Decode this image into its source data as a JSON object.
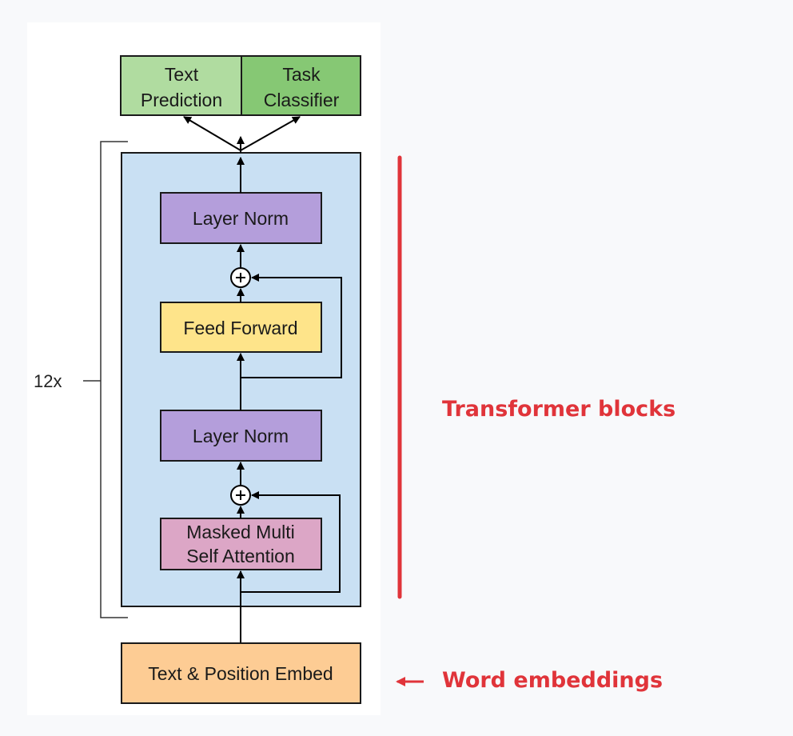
{
  "diagram": {
    "outputs": {
      "text_prediction": [
        "Text",
        "Prediction"
      ],
      "task_classifier": [
        "Task",
        "Classifier"
      ]
    },
    "transformer_block": {
      "layer_norm_top": "Layer Norm",
      "feed_forward": "Feed Forward",
      "layer_norm_bottom": "Layer Norm",
      "attention": [
        "Masked Multi",
        "Self Attention"
      ],
      "repeat_label": "12x"
    },
    "embed": "Text & Position Embed",
    "annotations": {
      "transformer_blocks": "Transformer blocks",
      "word_embeddings": "Word embeddings"
    }
  },
  "colors": {
    "output_left": "#b0dca0",
    "output_right": "#86c874",
    "block_bg": "#c9e0f3",
    "layer_norm": "#b49edb",
    "feed_forward": "#fee48a",
    "attention": "#dca6c6",
    "embed": "#fdcc94",
    "annotation": "#e0343a"
  }
}
